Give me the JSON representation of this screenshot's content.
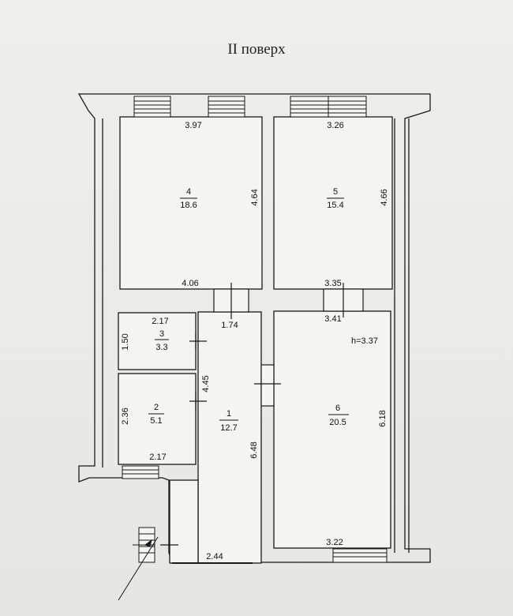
{
  "title": "II поверх",
  "height_note": "h=3.37",
  "rooms": [
    {
      "id": "room-4",
      "number": "4",
      "area": "18.6",
      "dims": [
        "3.97",
        "4.64",
        "4.06"
      ]
    },
    {
      "id": "room-5",
      "number": "5",
      "area": "15.4",
      "dims": [
        "3.26",
        "4.66",
        "3.35"
      ]
    },
    {
      "id": "room-3",
      "number": "3",
      "area": "3.3",
      "dims": [
        "2.17",
        "1.50"
      ]
    },
    {
      "id": "room-2",
      "number": "2",
      "area": "5.1",
      "dims": [
        "2.36",
        "2.17"
      ]
    },
    {
      "id": "room-1",
      "number": "1",
      "area": "12.7",
      "dims": [
        "1.74",
        "4.45",
        "6.48",
        "2.44"
      ]
    },
    {
      "id": "room-6",
      "number": "6",
      "area": "20.5",
      "dims": [
        "3.41",
        "6.18",
        "3.22"
      ]
    }
  ],
  "colors": {
    "ink": "#1a1a1a",
    "paper": "#ecece9",
    "wall_fill": "#f4f4f1"
  }
}
